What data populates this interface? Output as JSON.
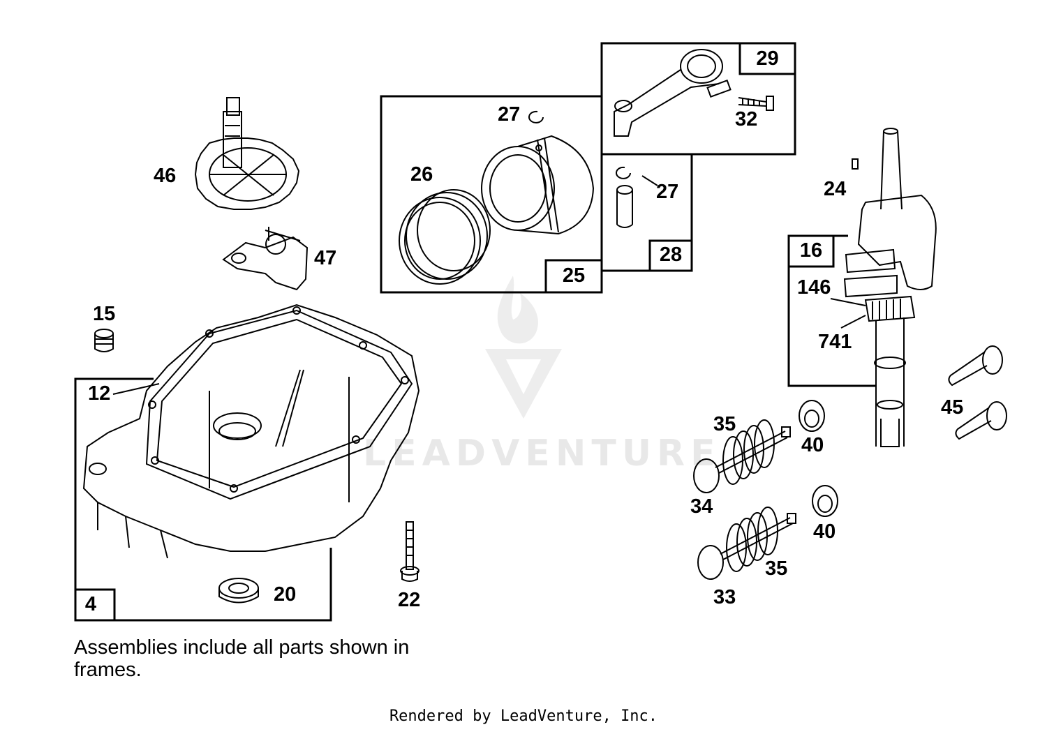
{
  "diagram": {
    "labels": {
      "p46": "46",
      "p47": "47",
      "p15": "15",
      "p12": "12",
      "p4": "4",
      "p20": "20",
      "p22": "22",
      "p25": "25",
      "p26": "26",
      "p27a": "27",
      "p27b": "27",
      "p28": "28",
      "p29": "29",
      "p32": "32",
      "p24": "24",
      "p16": "16",
      "p146": "146",
      "p741": "741",
      "p45": "45",
      "p35a": "35",
      "p35b": "35",
      "p40a": "40",
      "p40b": "40",
      "p34": "34",
      "p33": "33"
    },
    "note": "Assemblies include all parts shown in frames.",
    "watermark": "LEADVENTURE",
    "footer": "Rendered by LeadVenture, Inc."
  }
}
